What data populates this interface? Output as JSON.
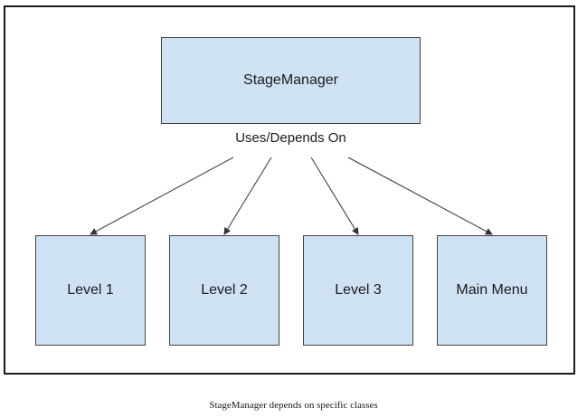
{
  "diagram": {
    "root": "StageManager",
    "edge_label": "Uses/Depends On",
    "children": [
      "Level 1",
      "Level 2",
      "Level 3",
      "Main Menu"
    ],
    "node_fill": "#cfe2f3",
    "border_color": "#444444"
  },
  "caption": "StageManager depends on specific classes"
}
